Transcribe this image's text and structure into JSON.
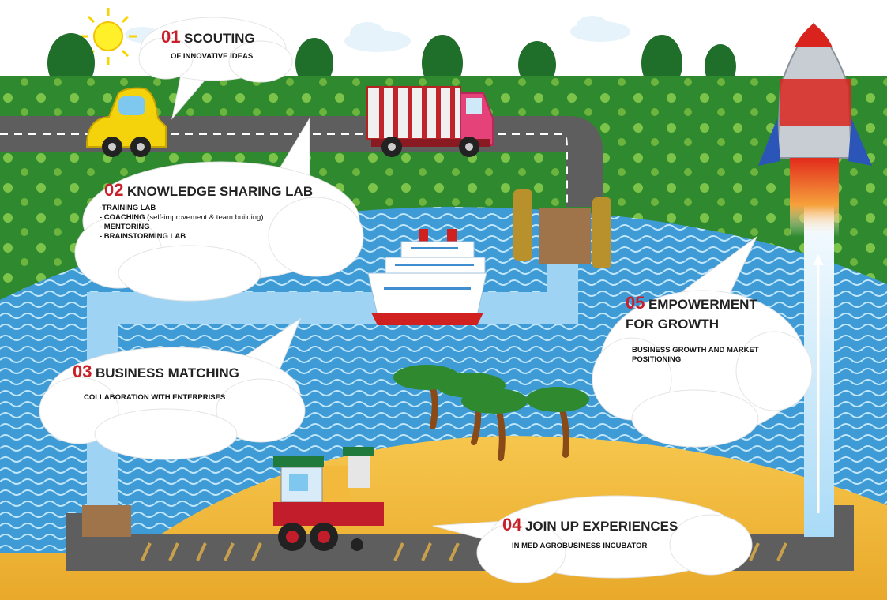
{
  "steps": [
    {
      "number": "01",
      "title": "SCOUTING",
      "subtitle": "OF INNOVATIVE IDEAS"
    },
    {
      "number": "02",
      "title": "KNOWLEDGE SHARING LAB",
      "items": [
        {
          "bold": "-TRAINING LAB",
          "note": ""
        },
        {
          "bold": "- COACHING",
          "note": " (self-improvement & team building)"
        },
        {
          "bold": "- MENTORING",
          "note": ""
        },
        {
          "bold": "- BRAINSTORMING LAB",
          "note": ""
        }
      ]
    },
    {
      "number": "03",
      "title": "BUSINESS MATCHING",
      "subtitle": "COLLABORATION WITH ENTERPRISES"
    },
    {
      "number": "04",
      "title": "JOIN UP EXPERIENCES",
      "subtitle": "IN MED AGROBUSINESS INCUBATOR"
    },
    {
      "number": "05",
      "title_line1": "EMPOWERMENT",
      "title_line2": "FOR GROWTH",
      "subtitle_line1": "BUSINESS GROWTH AND MARKET",
      "subtitle_line2": "POSITIONING"
    }
  ],
  "colors": {
    "sky": "#ffffff",
    "grass": "#2f7d2f",
    "water": "#4aa3d8",
    "sand": "#f0b93a",
    "road": "#6b6b6b",
    "accent_number": "#c8202a"
  },
  "icons": [
    "sun-icon",
    "car-icon",
    "truck-icon",
    "ship-icon",
    "train-icon",
    "rocket-icon",
    "palm-tree-icon",
    "cloud-icon"
  ]
}
